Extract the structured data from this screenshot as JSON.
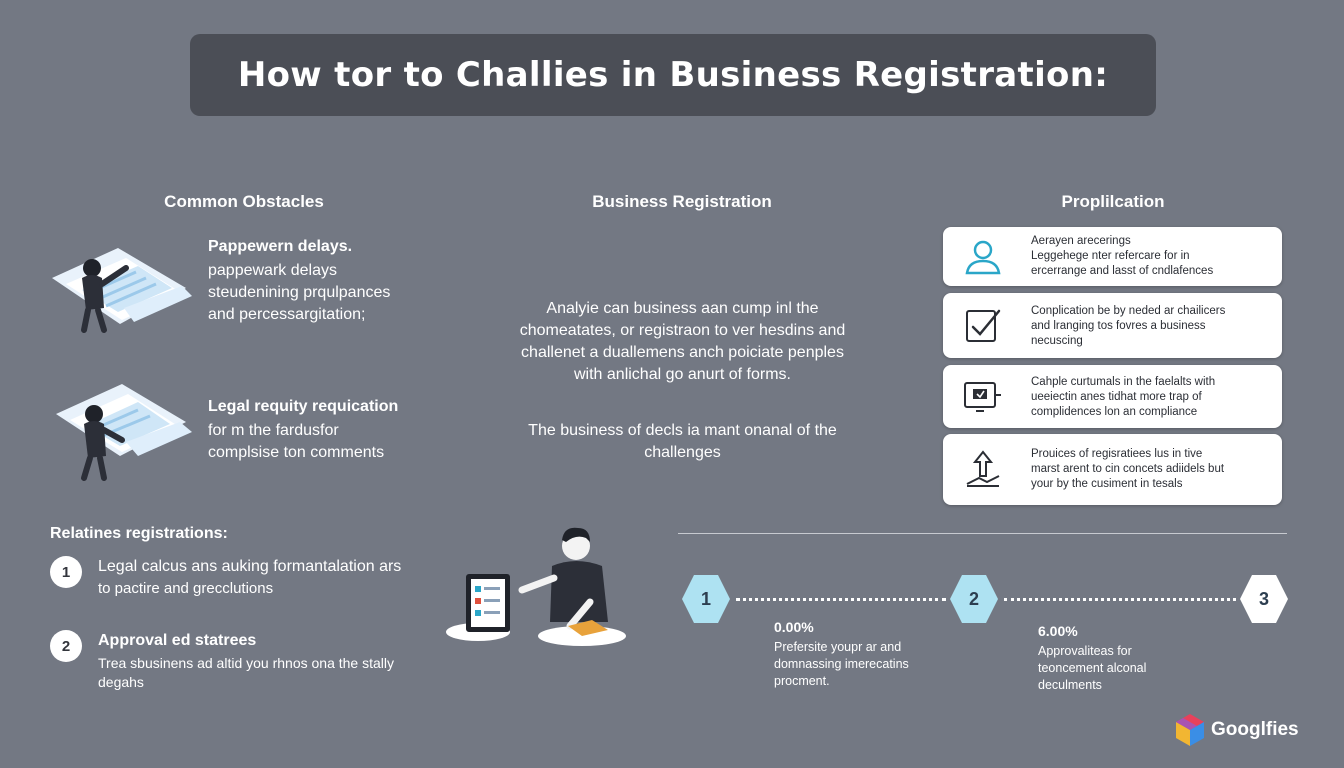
{
  "title": "How tor to Challies in Business Registration:",
  "columns": {
    "left": "Common Obstacles",
    "center": "Business Registration",
    "right": "Proplilcation"
  },
  "obstacles": [
    {
      "title": "Pappewern delays.",
      "lines": [
        "pappewark delays",
        "steudenining prqulpances",
        "and percessargitation;"
      ],
      "icon": "paperwork-person-icon"
    },
    {
      "title": "Legal requity requication",
      "lines": [
        "for m the fardusfor",
        "complsise ton comments"
      ],
      "icon": "documents-person-icon"
    }
  ],
  "center": {
    "paragraph1": [
      "Analyie can business aan cump inl the",
      "chomeatates, or registraon to ver hesdins and",
      "challenet a duallemens anch poiciate penples",
      "with anlichal go anurt of forms."
    ],
    "paragraph2": [
      "The business of decls ia mant onanal of the",
      "challenges"
    ]
  },
  "cards": [
    {
      "icon": "user-icon",
      "lines": [
        "Aerayen arecerings",
        "Leggehege nter refercare for in",
        "ercerrange and lasst of cndlafences"
      ]
    },
    {
      "icon": "checklist-icon",
      "lines": [
        "Conplication be by neded ar chailicers",
        "and lranging tos fovres a business",
        "necuscing"
      ]
    },
    {
      "icon": "monitor-icon",
      "lines": [
        "Cahple curtumals in the faelalts with",
        "ueeiectin anes tidhat more trap of",
        "complidences lon an compliance"
      ]
    },
    {
      "icon": "growth-arrow-icon",
      "lines": [
        "Prouices of regisratiees lus in tive",
        "marst arent to cin concets adiidels but",
        "your by the cusiment in tesals"
      ]
    }
  ],
  "registrations": {
    "heading": "Relatines registrations:",
    "items": [
      {
        "number": "1",
        "title": "Legal calcus ans auking formantalation ars",
        "lines": [
          "to pactire and grecclutions"
        ]
      },
      {
        "number": "2",
        "title": "Approval ed statrees",
        "lines": [
          "Trea sbusinens ad altid you rhnos ona the stally",
          "degahs"
        ]
      }
    ]
  },
  "steps": [
    {
      "number": "1",
      "color": "#aee2f2"
    },
    {
      "number": "2",
      "color": "#aee2f2"
    },
    {
      "number": "3",
      "color": "#ffffff"
    }
  ],
  "stats": [
    {
      "percent": "0.00%",
      "lines": [
        "Prefersite youpr ar and",
        "domnassing imerecatins",
        "procment."
      ]
    },
    {
      "percent": "6.00%",
      "lines": [
        "Approvaliteas for",
        "teoncement alconal",
        "deculments"
      ]
    }
  ],
  "brand": {
    "name": "Googlfies",
    "icon": "brand-logo-icon"
  },
  "colors": {
    "background": "#737883",
    "title_bar": "#4b4e56",
    "card": "#ffffff",
    "step_accent": "#aee2f2",
    "icon_accent": "#2aa6c8"
  }
}
